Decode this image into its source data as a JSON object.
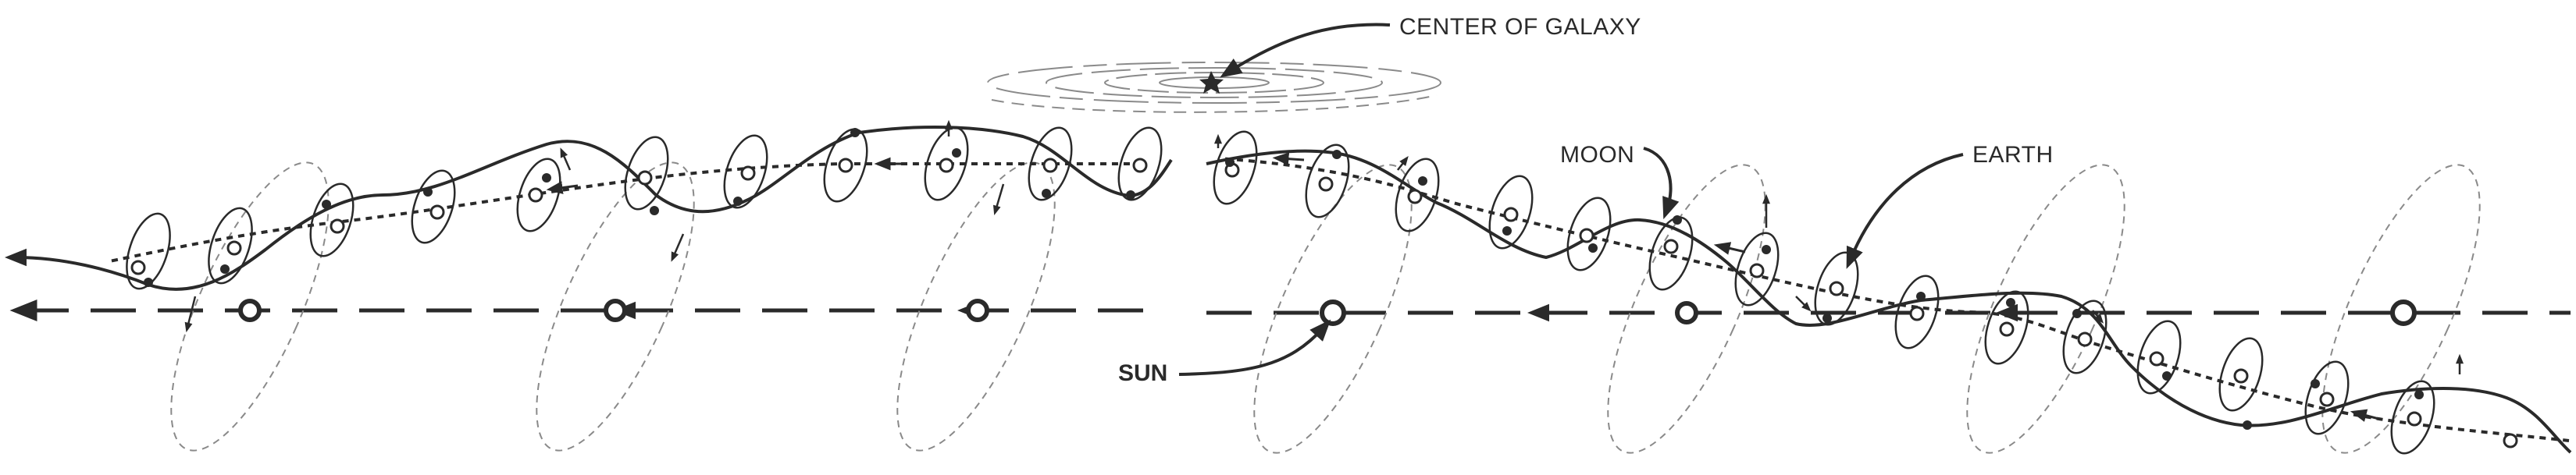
{
  "labels": {
    "center_of_galaxy": "CENTER OF GALAXY",
    "moon": "MOON",
    "earth": "EARTH",
    "sun": "SUN"
  },
  "colors": {
    "ink": "#2a2a2a",
    "light_ink": "#8a8a8a",
    "background": "#ffffff"
  }
}
